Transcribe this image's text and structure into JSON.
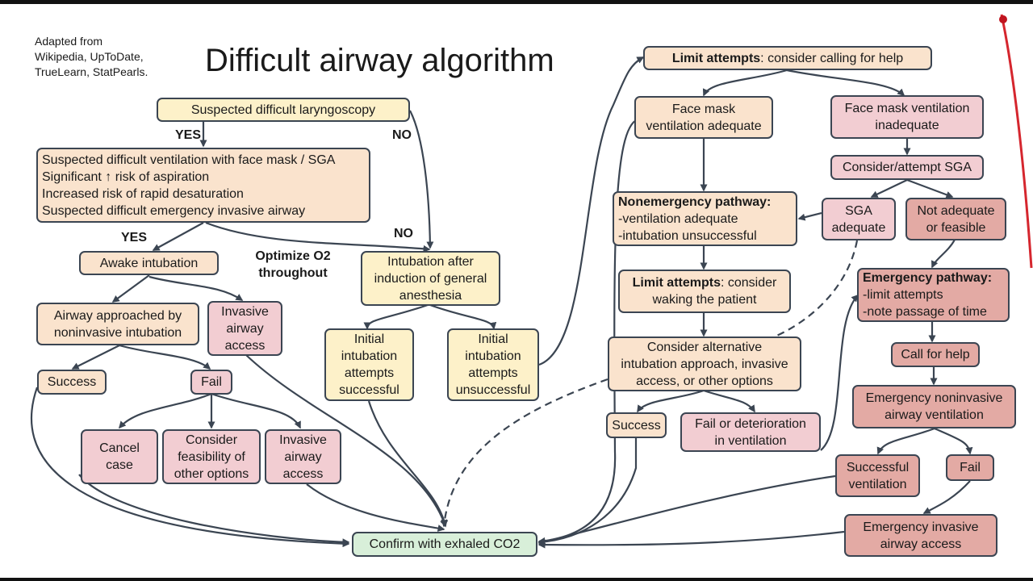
{
  "header": {
    "title": "Difficult airway algorithm",
    "source_lines": [
      "Adapted from",
      "Wikipedia, UpToDate,",
      "TrueLearn, StatPearls."
    ]
  },
  "colors": {
    "question": "#fdf1c9",
    "nonemergency": "#fae3cd",
    "caution": "#f2cdd2",
    "emergency": "#e3aaa4",
    "endpoint": "#d8efd9",
    "stroke": "#3b4552"
  },
  "labels": {
    "yes_1": "YES",
    "no_1": "NO",
    "yes_2": "YES",
    "no_2": "NO",
    "optimize": [
      "Optimize O2",
      "throughout"
    ]
  },
  "nodes": {
    "suspected_laryngoscopy": {
      "lines": [
        "Suspected difficult laryngoscopy"
      ]
    },
    "risk_factors": {
      "lines": [
        "Suspected difficult ventilation with face mask / SGA",
        "Significant ↑ risk of aspiration",
        "Increased risk of rapid desaturation",
        "Suspected difficult emergency invasive airway"
      ]
    },
    "awake_intubation": {
      "lines": [
        "Awake intubation"
      ]
    },
    "airway_noninvasive": {
      "lines": [
        "Airway approached by",
        "noninvasive intubation"
      ]
    },
    "invasive_access_1": {
      "lines": [
        "Invasive",
        "airway",
        "access"
      ]
    },
    "success_1": {
      "lines": [
        "Success"
      ]
    },
    "fail_1": {
      "lines": [
        "Fail"
      ]
    },
    "cancel_case": {
      "lines": [
        "Cancel",
        "case"
      ]
    },
    "consider_feasibility": {
      "lines": [
        "Consider",
        "feasibility of",
        "other options"
      ]
    },
    "invasive_access_2": {
      "lines": [
        "Invasive",
        "airway",
        "access"
      ]
    },
    "intubation_after_induction": {
      "lines": [
        "Intubation after",
        "induction of general",
        "anesthesia"
      ]
    },
    "initial_successful": {
      "lines": [
        "Initial",
        "intubation",
        "attempts",
        "successful"
      ]
    },
    "initial_unsuccessful": {
      "lines": [
        "Initial",
        "intubation",
        "attempts",
        "unsuccessful"
      ]
    },
    "limit_attempts_help": {
      "bold": "Limit attempts",
      "rest": ": consider calling for help"
    },
    "face_mask_adequate": {
      "lines": [
        "Face mask",
        "ventilation adequate"
      ]
    },
    "face_mask_inadequate": {
      "lines": [
        "Face mask ventilation",
        "inadequate"
      ]
    },
    "consider_sga": {
      "lines": [
        "Consider/attempt SGA"
      ]
    },
    "nonemergency_pathway": {
      "heading": "Nonemergency pathway:",
      "lines": [
        "-ventilation adequate",
        "-intubation unsuccessful"
      ]
    },
    "sga_adequate": {
      "lines": [
        "SGA",
        "adequate"
      ]
    },
    "not_adequate": {
      "lines": [
        "Not adequate",
        "or feasible"
      ]
    },
    "limit_attempts_waking": {
      "bold": "Limit attempts",
      "rest": ": consider",
      "line2": "waking the patient"
    },
    "emergency_pathway": {
      "heading": "Emergency pathway:",
      "lines": [
        "-limit attempts",
        "-note passage of time"
      ]
    },
    "consider_alternative": {
      "lines": [
        "Consider alternative",
        "intubation approach, invasive",
        "access, or other options"
      ]
    },
    "call_for_help": {
      "lines": [
        "Call for help"
      ]
    },
    "success_2": {
      "lines": [
        "Success"
      ]
    },
    "fail_deterioration": {
      "lines": [
        "Fail or deterioration",
        "in ventilation"
      ]
    },
    "emergency_noninvasive": {
      "lines": [
        "Emergency noninvasive",
        "airway ventilation"
      ]
    },
    "successful_ventilation": {
      "lines": [
        "Successful",
        "ventilation"
      ]
    },
    "fail_2": {
      "lines": [
        "Fail"
      ]
    },
    "emergency_invasive": {
      "lines": [
        "Emergency invasive",
        "airway access"
      ]
    },
    "confirm_co2": {
      "lines": [
        "Confirm with exhaled CO2"
      ]
    }
  }
}
